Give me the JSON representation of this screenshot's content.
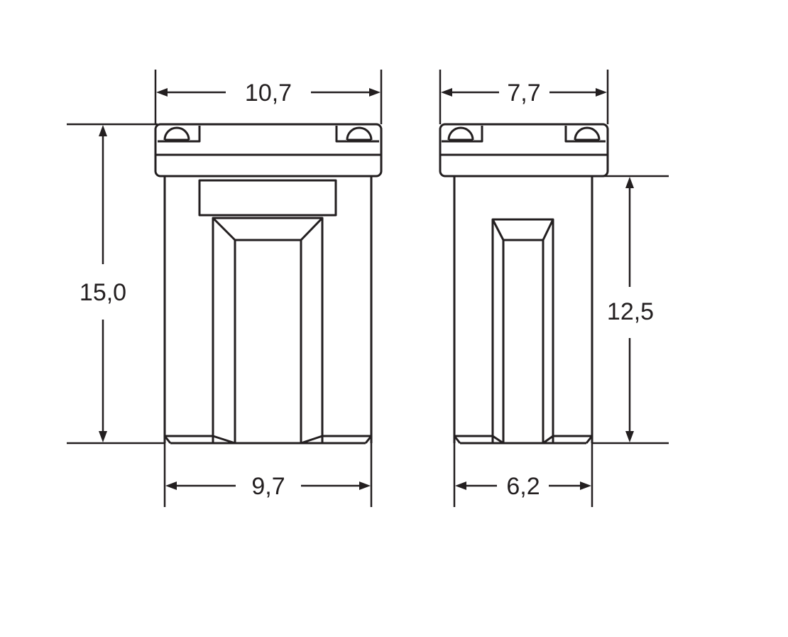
{
  "diagram": {
    "line_color": "#231f20",
    "background": "#ffffff",
    "views": [
      {
        "name": "front",
        "dimensions": {
          "top_width": "10,7",
          "bottom_width": "9,7",
          "total_height": "15,0"
        }
      },
      {
        "name": "side",
        "dimensions": {
          "top_width": "7,7",
          "bottom_width": "6,2",
          "body_height": "12,5"
        }
      }
    ]
  }
}
